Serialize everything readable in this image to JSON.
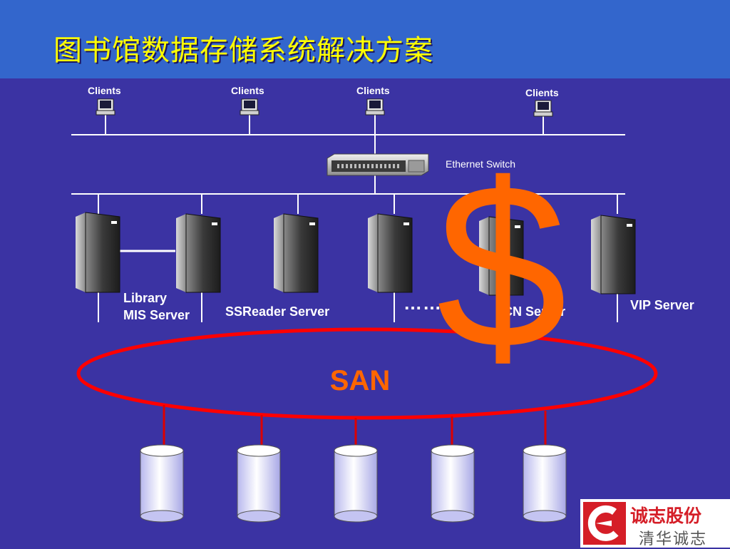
{
  "slide": {
    "title": "图书馆数据存储系统解决方案"
  },
  "network": {
    "clients": [
      {
        "label": "Clients"
      },
      {
        "label": "Clients"
      },
      {
        "label": "Clients"
      },
      {
        "label": "Clients"
      }
    ],
    "switch_label": "Ethernet Switch",
    "servers": [
      {
        "label_line1": "Library",
        "label_line2": "MIS Server"
      },
      {
        "label_line1": "SSReader Server",
        "label_line2": ""
      },
      {
        "label_line1": "CN Server",
        "label_line2": ""
      },
      {
        "label_line1": "VIP Server",
        "label_line2": ""
      }
    ],
    "ellipsis": "……",
    "san_label": "SAN",
    "storage_count": 5
  },
  "overlay": {
    "symbol": "$"
  },
  "logo": {
    "name": "诚志股份",
    "sub": "清华诚志"
  },
  "colors": {
    "background": "#3b33a3",
    "header": "#3366cc",
    "title": "#ffff00",
    "accent": "#ff6600",
    "san_ring": "#ff0000"
  }
}
